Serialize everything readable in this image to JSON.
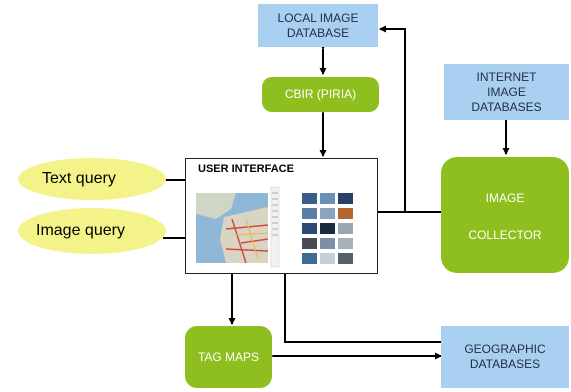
{
  "nodes": {
    "local_db": "LOCAL IMAGE\nDATABASE",
    "cbir": "CBIR (PIRIA)",
    "internet_db": "INTERNET\nIMAGE\nDATABASES",
    "image_collector_line1": "IMAGE",
    "image_collector_line2": "COLLECTOR",
    "user_interface": "USER INTERFACE",
    "text_query": "Text query",
    "image_query": "Image query",
    "tag_maps": "TAG MAPS",
    "geographic_db": "GEOGRAPHIC\nDATABASES"
  },
  "colors": {
    "database_blue": "#a9cff1",
    "module_green": "#8fbf1e",
    "query_yellow": "#f3f38a",
    "arrow": "#000000"
  }
}
